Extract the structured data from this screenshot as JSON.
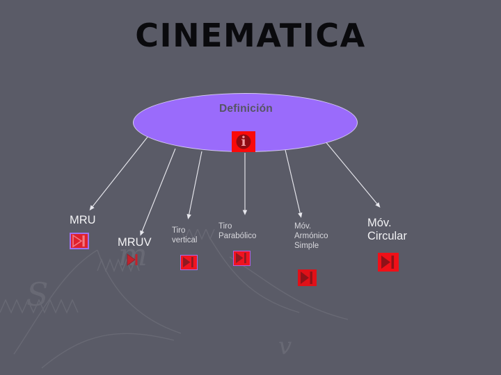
{
  "slide": {
    "title": "CINEMATICA",
    "background_color": "#5a5b67",
    "title_color": "#0a0a0d"
  },
  "center_node": {
    "label": "Definición",
    "fill_color": "#9a6bfb",
    "border_color": "#d7cdf2",
    "label_color": "#565563",
    "info_icon": {
      "name": "info-icon",
      "glyph": "i",
      "square_color": "#fa0a0a",
      "disc_color": "#8f0b12",
      "glyph_color": "#f09aa0"
    }
  },
  "branches": [
    {
      "id": "mru",
      "label": "MRU",
      "label_style": "big",
      "icon": {
        "name": "play-next-button-icon",
        "square_color": "#e0202c",
        "border_color": "#9f72f0",
        "glyph_color": "#f07a86"
      }
    },
    {
      "id": "mruv",
      "label": "MRUV",
      "label_style": "big",
      "icon": {
        "name": "play-next-button-icon",
        "square_color": "#c2222c",
        "border_color": "#8a4550",
        "glyph_color": "#8f2430"
      }
    },
    {
      "id": "tiro-vertical",
      "label": "Tiro\nvertical",
      "label_style": "small",
      "icon": {
        "name": "play-next-button-icon",
        "square_color": "#f01420",
        "border_color": "#9f72f0",
        "glyph_color": "#8e1a22"
      }
    },
    {
      "id": "tiro-parabolico",
      "label": "Tiro\nParabólico",
      "label_style": "small",
      "icon": {
        "name": "play-next-button-icon",
        "square_color": "#f01420",
        "border_color": "#b060e8",
        "glyph_color": "#8e1a22"
      }
    },
    {
      "id": "mov-armonico-simple",
      "label": "Móv.\nArmónico\nSimple",
      "label_style": "small",
      "icon": {
        "name": "play-next-button-icon",
        "square_color": "#e01018",
        "border_color": "#e01018",
        "glyph_color": "#8e1218"
      }
    },
    {
      "id": "mov-circular",
      "label": "Móv.\nCircular",
      "label_style": "big",
      "icon": {
        "name": "play-next-button-icon",
        "square_color": "#f01018",
        "border_color": "#f01018",
        "glyph_color": "#8e1218"
      }
    }
  ],
  "connectors": {
    "color": "#e8e8ee",
    "count": 6
  }
}
